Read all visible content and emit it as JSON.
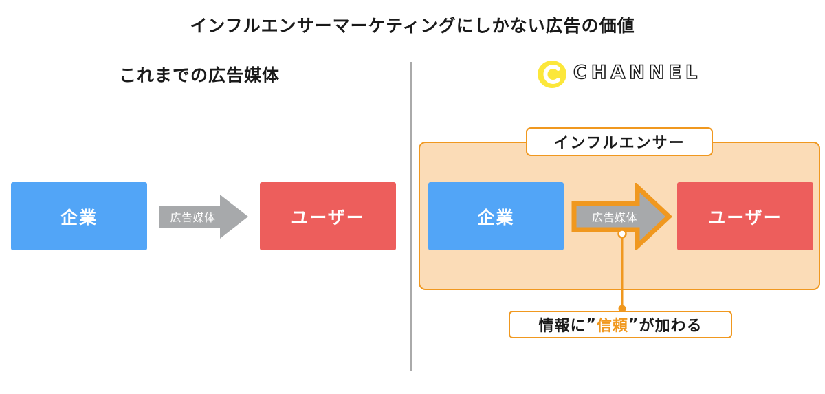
{
  "header": {
    "title": "インフルエンサーマーケティングにしかない広告の価値"
  },
  "left": {
    "title": "これまでの広告媒体",
    "company_label": "企業",
    "arrow_label": "広告媒体",
    "user_label": "ユーザー"
  },
  "right": {
    "logo": {
      "mark": "C",
      "text": "CHANNEL",
      "mark_color": "#fce73a"
    },
    "influencer_label": "インフルエンサー",
    "company_label": "企業",
    "arrow_label": "広告媒体",
    "user_label": "ユーザー",
    "callout": {
      "prefix": "情報に",
      "open_quote": "”",
      "highlight": "信頼",
      "close_quote": "”",
      "suffix": "が加わる"
    }
  },
  "colors": {
    "company_blue": "#52a5f7",
    "user_red": "#ed5e5c",
    "arrow_gray": "#a7a9ab",
    "accent_orange": "#f0981f",
    "panel_peach": "#fbdcb7",
    "divider_gray": "#aaaaaa"
  }
}
